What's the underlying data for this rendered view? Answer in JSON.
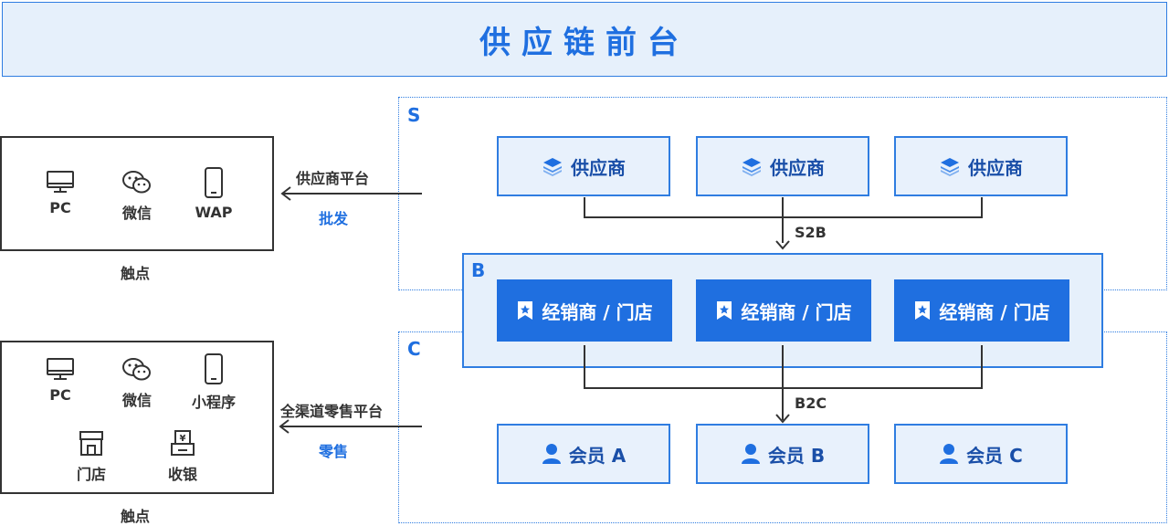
{
  "title": "供应链前台",
  "zones": {
    "s_label": "S",
    "b_label": "B",
    "c_label": "C"
  },
  "suppliers": [
    "供应商",
    "供应商",
    "供应商"
  ],
  "dealers": [
    "经销商 / 门店",
    "经销商 / 门店",
    "经销商 / 门店"
  ],
  "members": [
    "会员 A",
    "会员 B",
    "会员 C"
  ],
  "flows": {
    "s2b": "S2B",
    "b2c": "B2C"
  },
  "top_channel": {
    "platform": "供应商平台",
    "mode": "批发",
    "touchpoints": [
      "PC",
      "微信",
      "WAP"
    ],
    "caption": "触点"
  },
  "bottom_channel": {
    "platform": "全渠道零售平台",
    "mode": "零售",
    "touchpoints": [
      "PC",
      "微信",
      "小程序",
      "门店",
      "收银"
    ],
    "caption": "触点"
  },
  "colors": {
    "accent": "#1f6fe0",
    "light_fill": "#e6f0fb",
    "border": "#2f7de1",
    "text": "#333333"
  },
  "icons": {
    "supplier": "layers-icon",
    "dealer": "bookmark-star-icon",
    "member": "user-icon",
    "pc": "monitor-icon",
    "wechat": "wechat-icon",
    "mobile": "phone-icon",
    "store": "store-icon",
    "cashier": "cash-register-icon",
    "arrow": "arrow-left-icon"
  }
}
